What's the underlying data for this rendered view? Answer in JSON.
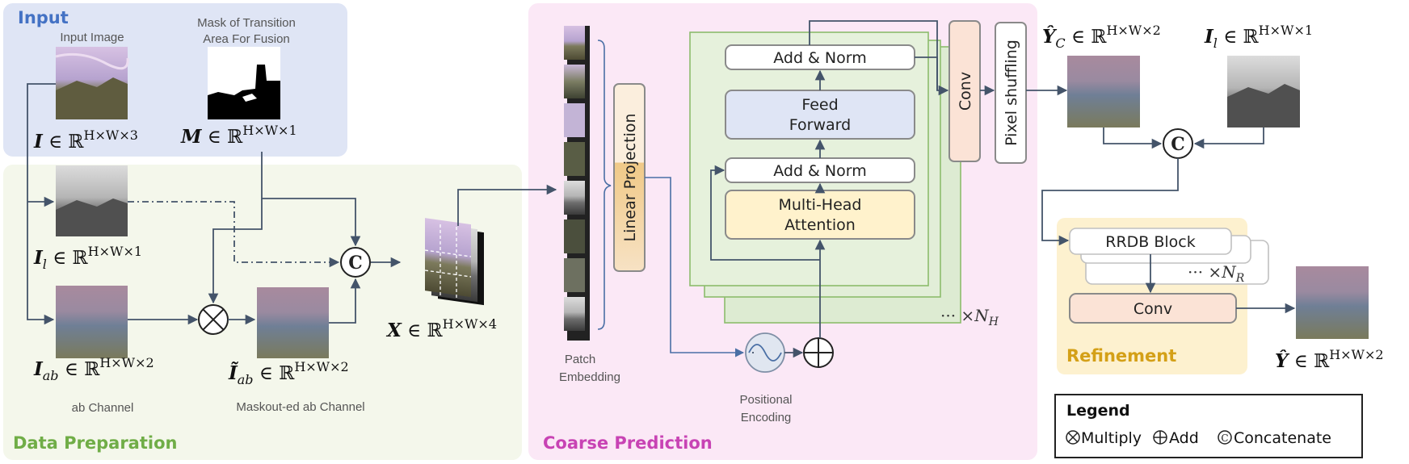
{
  "sections": {
    "input": {
      "title": "Input",
      "color": "#4472c4"
    },
    "data_preparation": {
      "title": "Data Preparation",
      "color": "#70ad47"
    },
    "coarse_prediction": {
      "title": "Coarse Prediction",
      "color": "#c843b4"
    },
    "refinement": {
      "title": "Refinement",
      "color": "#d4a017"
    }
  },
  "labels": {
    "input_image": "Input Image",
    "mask_title_line1": "Mask of Transition",
    "mask_title_line2": "Area For Fusion",
    "ab_channel": "ab Channel",
    "maskout_ab": "Maskout-ed ab Channel",
    "patch_line1": "Patch",
    "patch_line2": "Embedding",
    "pos_line1": "Positional",
    "pos_line2": "Encoding"
  },
  "math": {
    "I": {
      "base": "I",
      "rest": " ∈ ℝ",
      "sup": "H×W×3"
    },
    "M": {
      "base": "M",
      "rest": " ∈ ℝ",
      "sup": "H×W×1"
    },
    "Il_prep": {
      "base": "I",
      "sub": "l",
      "rest": " ∈ ℝ",
      "sup": "H×W×1"
    },
    "Iab": {
      "base": "I",
      "sub": "ab",
      "rest": " ∈ ℝ",
      "sup": "H×W×2"
    },
    "Iab_tilde": {
      "base": "Ĩ",
      "sub": "ab",
      "rest": " ∈ ℝ",
      "sup": "H×W×2"
    },
    "X": {
      "base": "X",
      "rest": " ∈ ℝ",
      "sup": "H×W×4"
    },
    "Yc": {
      "base": "Ŷ",
      "sub": "C",
      "rest": " ∈ ℝ",
      "sup": "H×W×2"
    },
    "Il_out": {
      "base": "I",
      "sub": "l",
      "rest": " ∈ ℝ",
      "sup": "H×W×1"
    },
    "Y": {
      "base": "Ŷ",
      "rest": " ∈ ℝ",
      "sup": "H×W×2"
    }
  },
  "blocks": {
    "linear_projection": "Linear Projection",
    "add_norm_top": "Add & Norm",
    "feed_forward_1": "Feed",
    "feed_forward_2": "Forward",
    "add_norm_bottom": "Add & Norm",
    "mha_1": "Multi-Head",
    "mha_2": "Attention",
    "conv_coarse": "Conv",
    "pixel_shuffling": "Pixel shuffling",
    "rrdb": "RRDB Block",
    "conv_refine": "Conv"
  },
  "repeats": {
    "transformer": {
      "dots": "··· ×",
      "sym": "N",
      "sub": "H"
    },
    "rrdb": {
      "dots": "··· ×",
      "sym": "N",
      "sub": "R"
    }
  },
  "operators": {
    "concat": "C"
  },
  "legend": {
    "title": "Legend",
    "multiply": "Multiply",
    "add": "Add",
    "concatenate": "Concatenate"
  }
}
